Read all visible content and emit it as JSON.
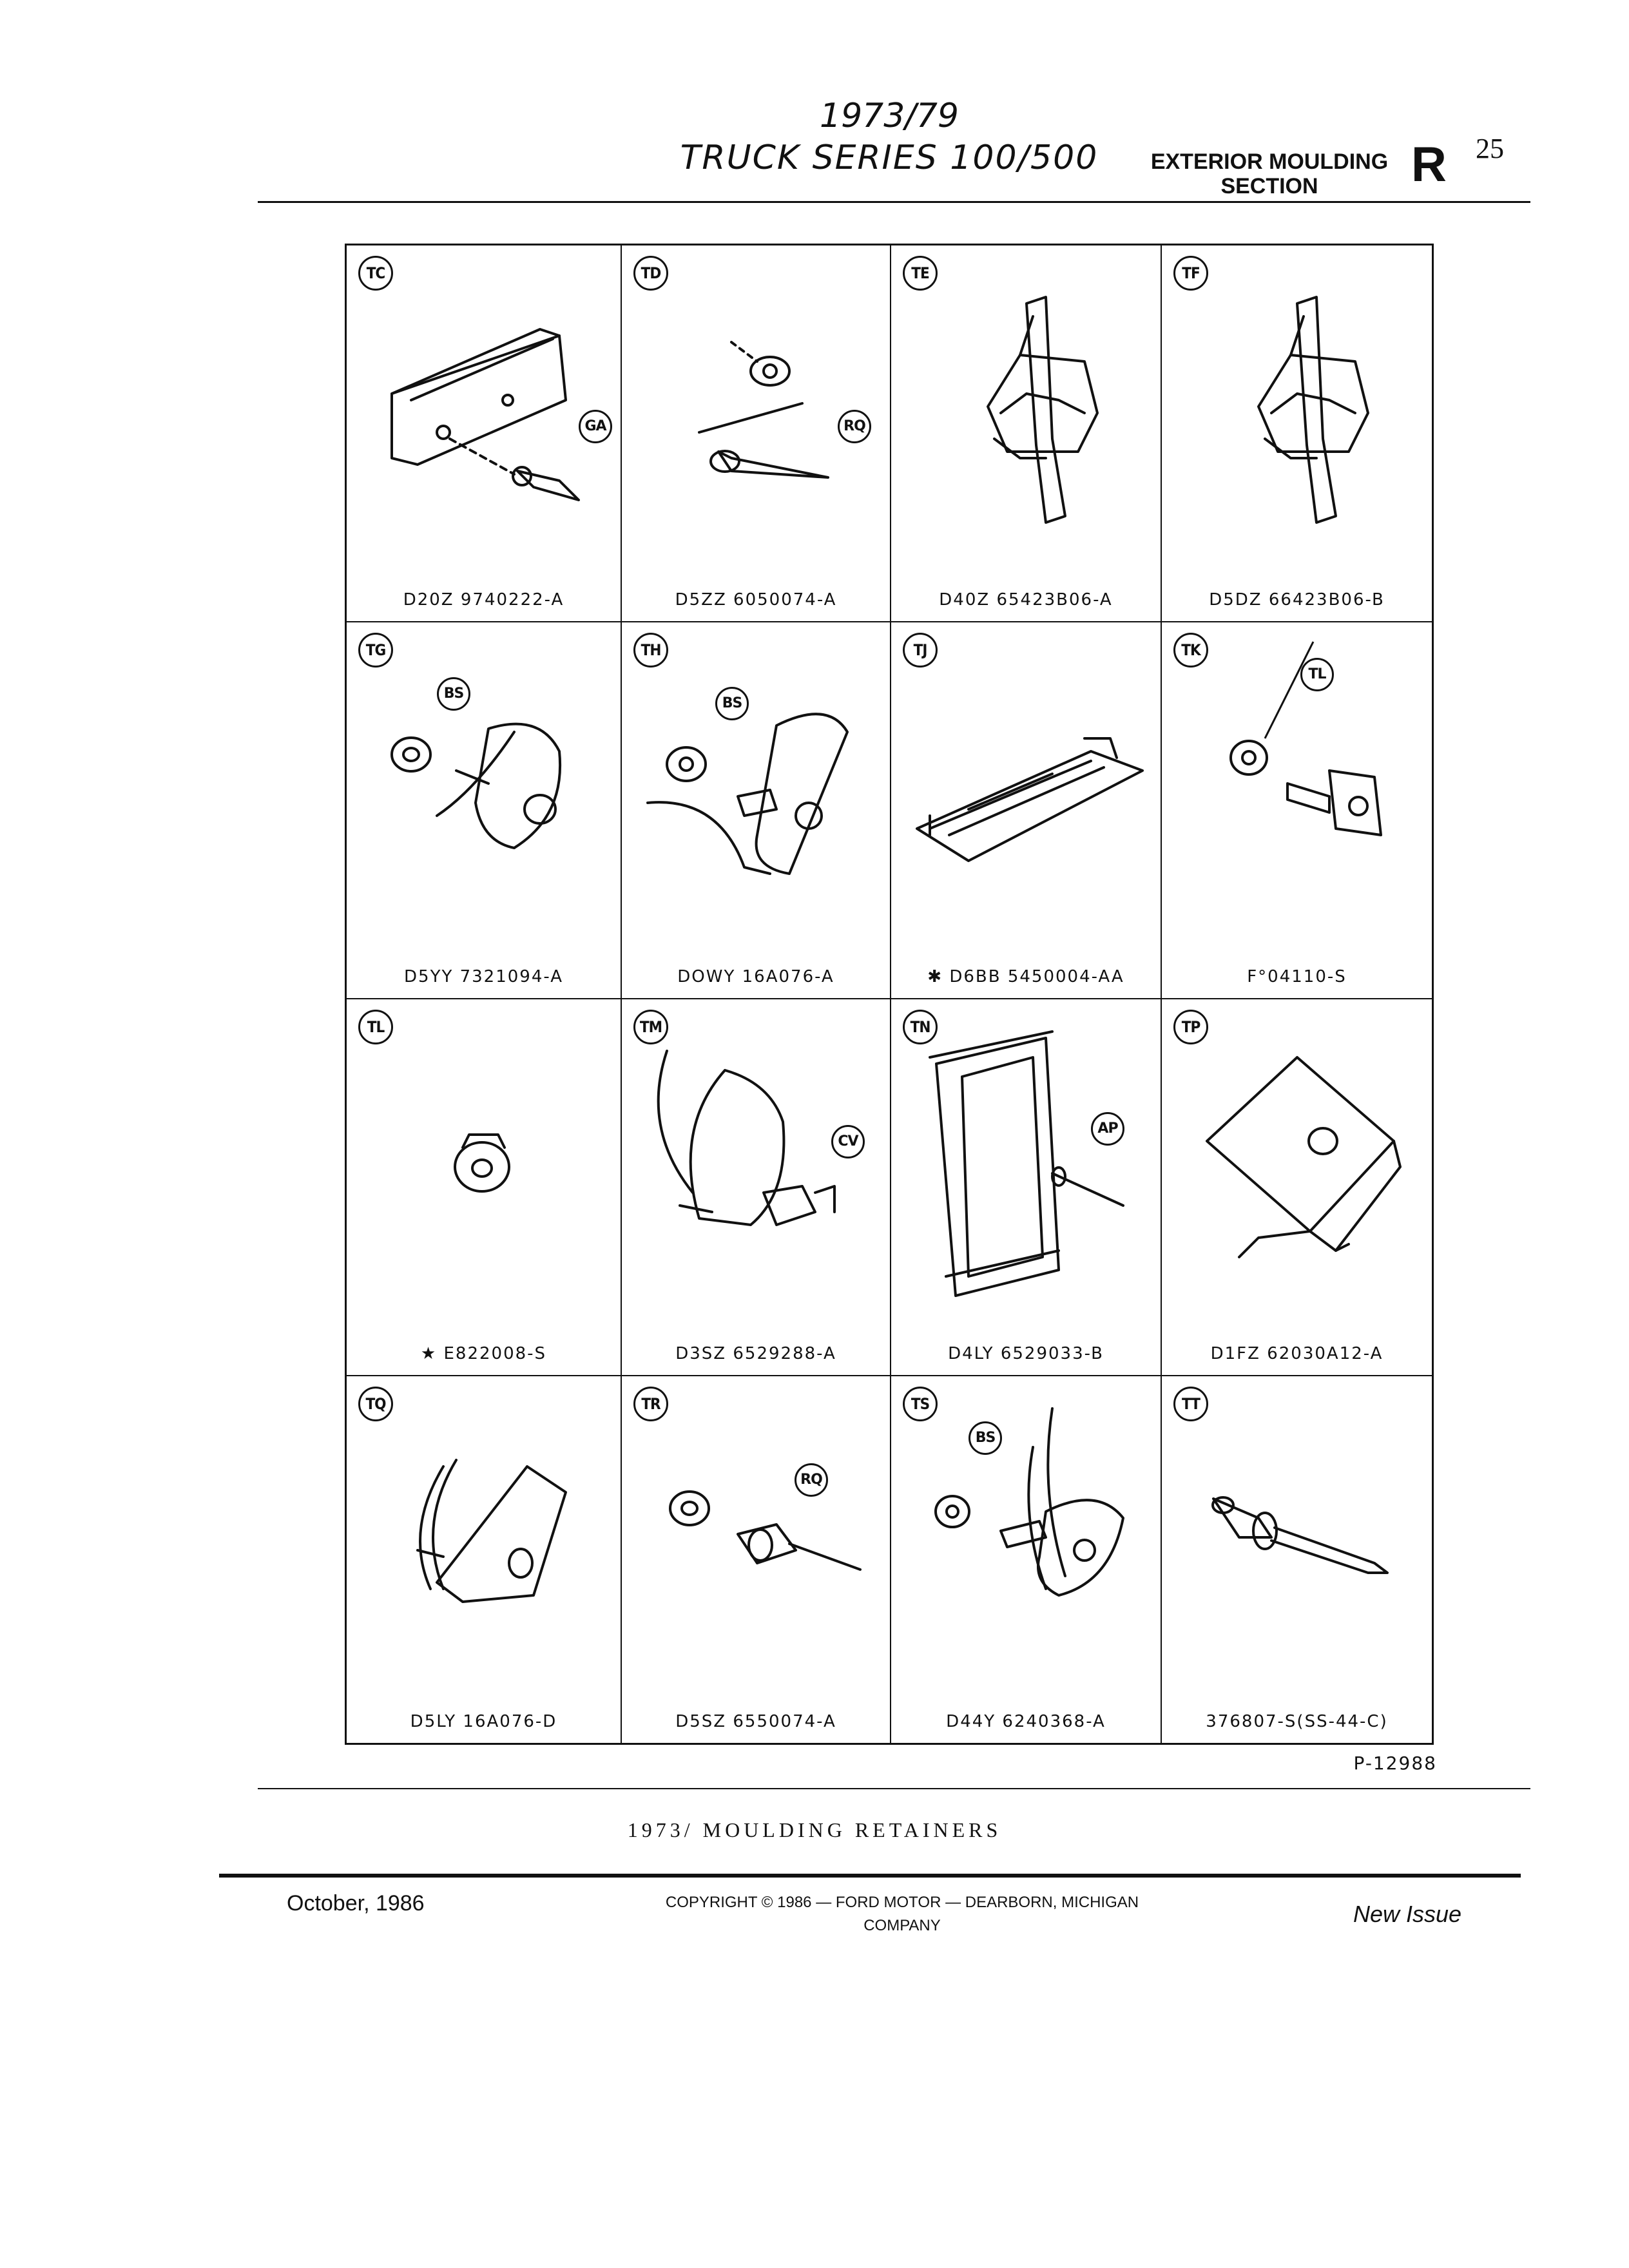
{
  "header": {
    "year": "1973/79",
    "series": "TRUCK SERIES 100/500",
    "section_line1": "EXTERIOR MOULDING",
    "section_line2": "SECTION",
    "section_letter": "R",
    "page_number": "25"
  },
  "cells": [
    {
      "code": "TC",
      "part_number": "D20Z 9740222-A",
      "callouts": [
        "GA"
      ]
    },
    {
      "code": "TD",
      "part_number": "D5ZZ 6050074-A",
      "callouts": [
        "RQ"
      ]
    },
    {
      "code": "TE",
      "part_number": "D40Z 65423B06-A",
      "callouts": []
    },
    {
      "code": "TF",
      "part_number": "D5DZ 66423B06-B",
      "callouts": []
    },
    {
      "code": "TG",
      "part_number": "D5YY 7321094-A",
      "callouts": [
        "BS"
      ]
    },
    {
      "code": "TH",
      "part_number": "DOWY 16A076-A",
      "callouts": [
        "BS"
      ]
    },
    {
      "code": "TJ",
      "part_number": "✱ D6BB 5450004-AA",
      "callouts": []
    },
    {
      "code": "TK",
      "part_number": "F°04110-S",
      "callouts": [
        "TL"
      ]
    },
    {
      "code": "TL",
      "part_number": "★ E822008-S",
      "callouts": []
    },
    {
      "code": "TM",
      "part_number": "D3SZ 6529288-A",
      "callouts": [
        "CV"
      ]
    },
    {
      "code": "TN",
      "part_number": "D4LY 6529033-B",
      "callouts": [
        "AP"
      ]
    },
    {
      "code": "TP",
      "part_number": "D1FZ 62030A12-A",
      "callouts": []
    },
    {
      "code": "TQ",
      "part_number": "D5LY 16A076-D",
      "callouts": []
    },
    {
      "code": "TR",
      "part_number": "D5SZ 6550074-A",
      "callouts": [
        "RQ"
      ]
    },
    {
      "code": "TS",
      "part_number": "D44Y 6240368-A",
      "callouts": [
        "BS"
      ]
    },
    {
      "code": "TT",
      "part_number": "376807-S(SS-44-C)",
      "callouts": []
    }
  ],
  "illustration_ref": "P-12988",
  "footer": {
    "title": "1973/ MOULDING RETAINERS",
    "date": "October, 1986",
    "copyright_line1": "COPYRIGHT © 1986 — FORD MOTOR — DEARBORN, MICHIGAN",
    "copyright_line2": "COMPANY",
    "issue": "New Issue"
  }
}
